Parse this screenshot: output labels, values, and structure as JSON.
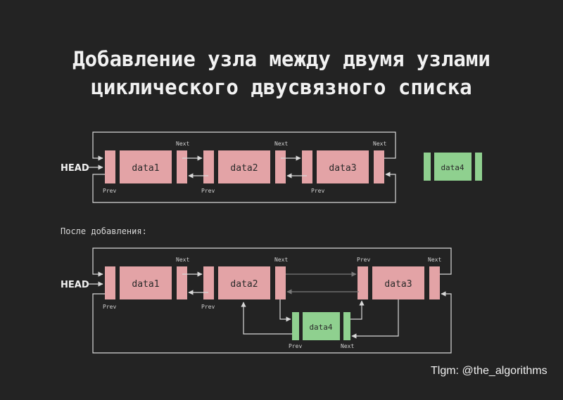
{
  "title": {
    "line1": "Добавление узла между двумя узлами",
    "line2": "циклического двусвязного списка"
  },
  "colors": {
    "background": "#232323",
    "node_red": "#e3a3a6",
    "node_green": "#8fd08f",
    "line": "#d8d8d8",
    "line_dim": "#7a7a7a"
  },
  "before": {
    "head_label": "HEAD",
    "nodes": [
      {
        "data": "data1",
        "next": "Next",
        "prev": "Prev"
      },
      {
        "data": "data2",
        "next": "Next",
        "prev": "Prev"
      },
      {
        "data": "data3",
        "next": "Next",
        "prev": "Prev"
      }
    ],
    "new_node": {
      "data": "data4"
    }
  },
  "after": {
    "section_label": "После добавления:",
    "head_label": "HEAD",
    "nodes": [
      {
        "data": "data1",
        "next": "Next",
        "prev": "Prev"
      },
      {
        "data": "data2",
        "next": "Next",
        "prev": "Prev"
      },
      {
        "data": "data3",
        "next": "Next",
        "prev": "Prev"
      }
    ],
    "inserted_node": {
      "data": "data4",
      "next": "Next",
      "prev": "Prev"
    }
  },
  "watermark": "Tlgm: @the_algorithms"
}
